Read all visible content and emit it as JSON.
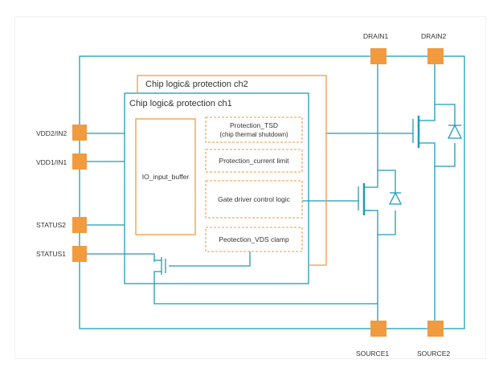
{
  "colors": {
    "wire": "#1f9bb7",
    "accent": "#f19a3e",
    "pad_fill": "#f19a3e",
    "text": "#333333",
    "dashed_label": "#333333"
  },
  "pins": {
    "drain1": "DRAIN1",
    "drain2": "DRAIN2",
    "vdd2_in2": "VDD2/IN2",
    "vdd1_in1": "VDD1/IN1",
    "status2": "STATUS2",
    "status1": "STATUS1",
    "source1": "SOURCE1",
    "source2": "SOURCE2"
  },
  "blocks": {
    "ch2_title": "Chip logic& protection ch2",
    "ch1_title": "Chip logic& protection ch1",
    "io_buffer": "IO_input_buffer",
    "tsd_line1": "Protection_TSD",
    "tsd_line2": "(chip thermal shutdown)",
    "current_limit": "Protection_current limit",
    "gate_driver": "Gate driver control logic",
    "vds_clamp": "Peotection_VDS clamp"
  }
}
